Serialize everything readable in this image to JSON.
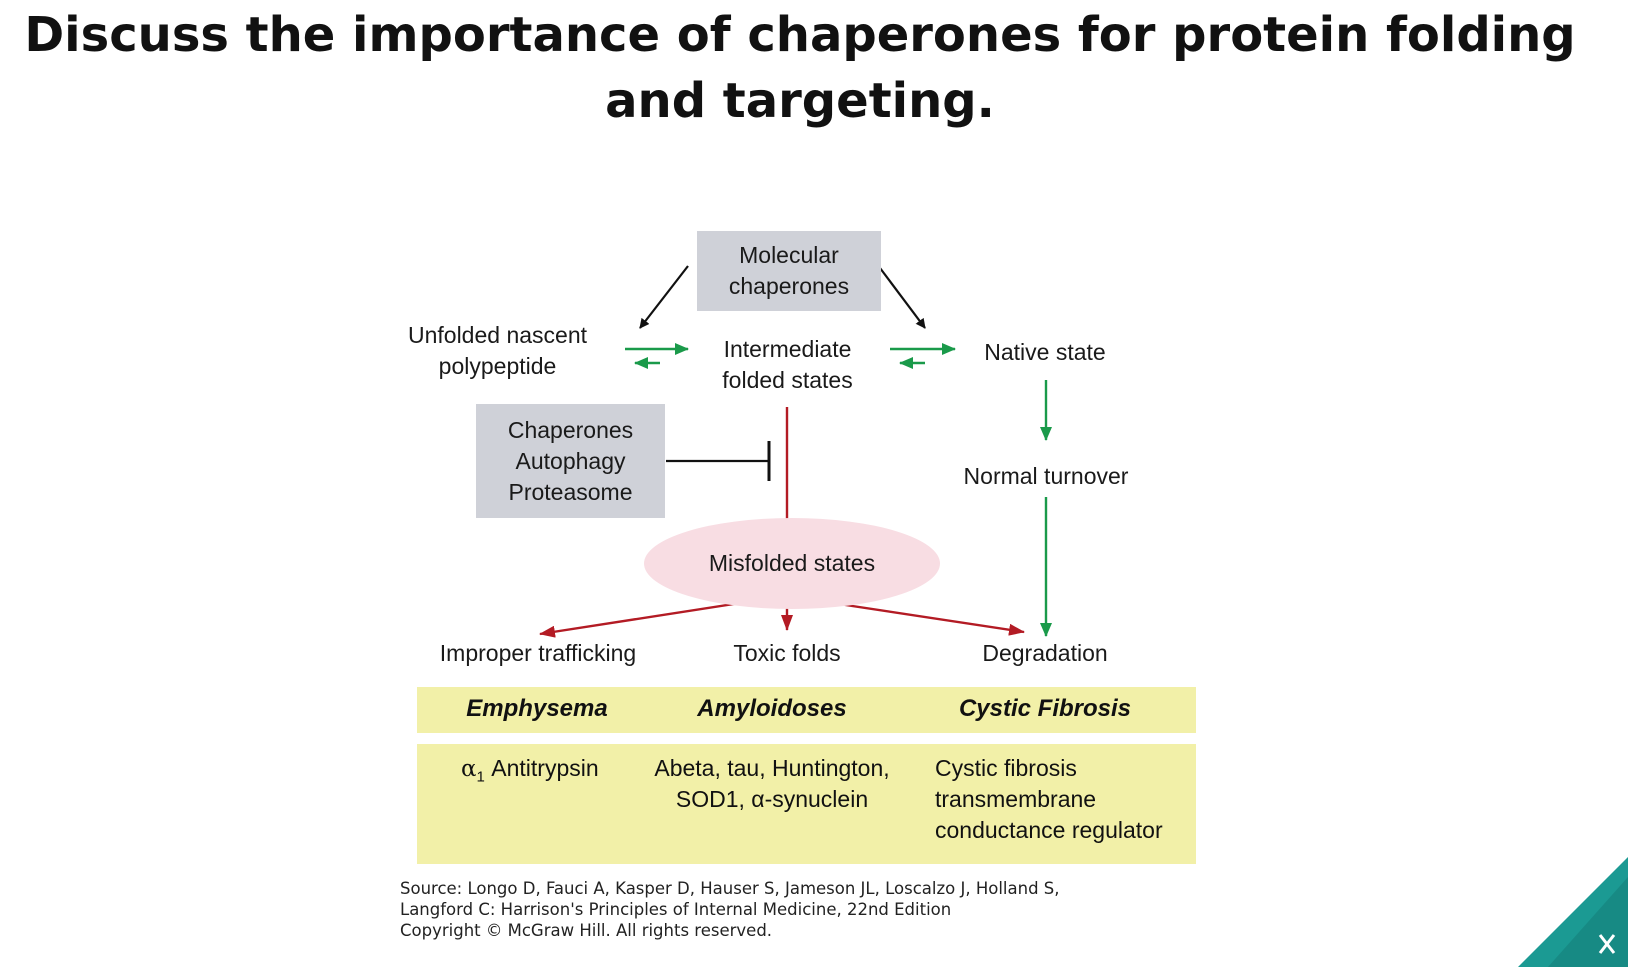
{
  "slide": {
    "title_line1": "Discuss the importance of chaperones for protein folding",
    "title_line2": "and targeting."
  },
  "diagram": {
    "molecular_chaperones": [
      "Molecular",
      "chaperones"
    ],
    "unfolded": [
      "Unfolded nascent",
      "polypeptide"
    ],
    "intermediate": [
      "Intermediate",
      "folded states"
    ],
    "native_state": "Native state",
    "inhibitor_box": [
      "Chaperones",
      "Autophagy",
      "Proteasome"
    ],
    "normal_turnover": "Normal turnover",
    "misfolded": "Misfolded states",
    "improper_trafficking": "Improper trafficking",
    "toxic_folds": "Toxic folds",
    "degradation": "Degradation",
    "colors": {
      "gray_box": "#cfd1d8",
      "green_arrow": "#1a9a4a",
      "red_arrow": "#b31b24",
      "ellipse": "#f8dde3",
      "yellow_band": "#f2f0a8"
    }
  },
  "table": {
    "headers": [
      "Emphysema",
      "Amyloidoses",
      "Cystic Fibrosis"
    ],
    "col1": {
      "alpha": "α",
      "sub": "1",
      "text": " Antitrypsin"
    },
    "col2": [
      "Abeta, tau, Huntington,",
      "SOD1, α-synuclein"
    ],
    "col3": [
      "Cystic fibrosis",
      "transmembrane",
      "conductance regulator"
    ]
  },
  "source": [
    "Source: Longo D, Fauci A, Kasper D, Hauser S, Jameson JL, Loscalzo J, Holland S,",
    "Langford C: Harrison's Principles of Internal Medicine, 22nd Edition",
    "Copyright © McGraw Hill. All rights reserved."
  ],
  "corner_icon": "close-x-icon"
}
